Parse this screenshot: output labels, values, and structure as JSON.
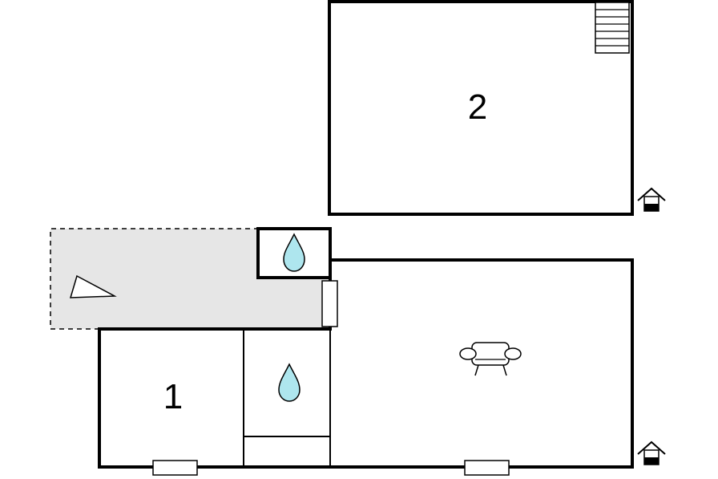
{
  "rooms": [
    {
      "id": "room-1",
      "label": "1"
    },
    {
      "id": "room-2",
      "label": "2"
    }
  ],
  "icons": {
    "water": "water-drop-icon",
    "sofa": "sofa-icon",
    "stairs": "stairs-icon",
    "entrance": "entrance-icon",
    "terrace": "terrace-icon"
  },
  "colors": {
    "water_fill": "#aee6ee",
    "terrace_fill": "#e6e6e6",
    "wall": "#000000"
  }
}
